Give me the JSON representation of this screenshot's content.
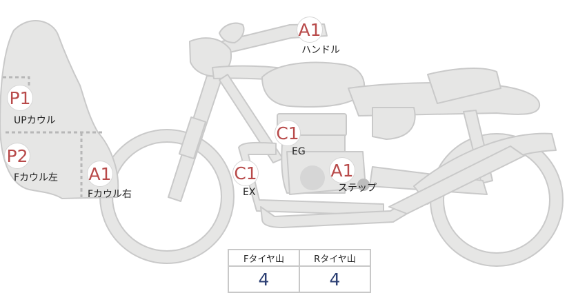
{
  "colors": {
    "body_fill": "#e6e6e5",
    "body_stroke": "#c9c9c9",
    "badge_text": "#b84a4a",
    "value_text": "#2c3f73"
  },
  "markers": [
    {
      "grade": "A1",
      "label": "ハンドル"
    },
    {
      "grade": "P1",
      "label": "UPカウル"
    },
    {
      "grade": "P2",
      "label": "Fカウル左"
    },
    {
      "grade": "A1",
      "label": "Fカウル右"
    },
    {
      "grade": "C1",
      "label": "EG"
    },
    {
      "grade": "C1",
      "label": "EX"
    },
    {
      "grade": "A1",
      "label": "ステップ"
    }
  ],
  "tire_table": {
    "headers": [
      "Fタイヤ山",
      "Rタイヤ山"
    ],
    "values": [
      "4",
      "4"
    ]
  }
}
